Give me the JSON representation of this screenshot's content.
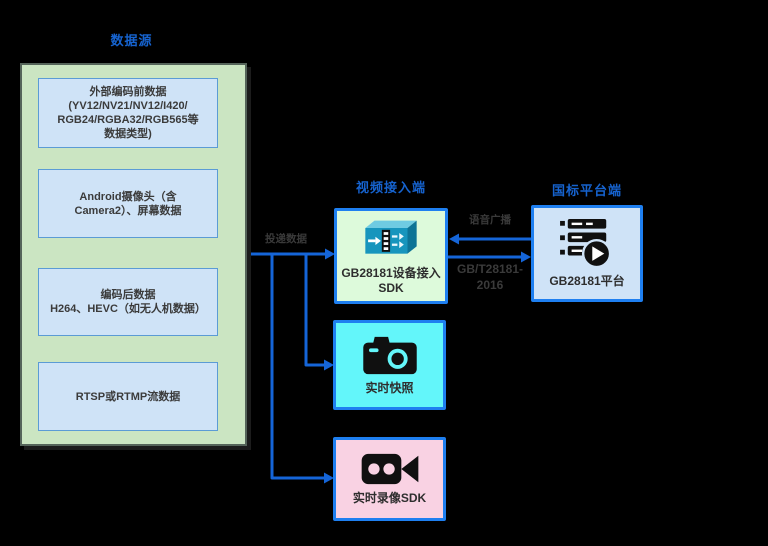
{
  "canvas": {
    "background": "#000000"
  },
  "source_panel": {
    "title": "数据源",
    "panel_bg": "#cbe5c2",
    "item_bg": "#cfe3f7",
    "item_border": "#5b9bd5",
    "items": [
      {
        "label": "外部编码前数据\n(YV12/NV21/NV12/I420/\nRGB24/RGBA32/RGB565等\n数据类型)"
      },
      {
        "label": "Android摄像头（含\nCamera2）、屏幕数据"
      },
      {
        "label": "编码后数据\nH264、HEVC（如无人机数据）"
      },
      {
        "label": "RTSP或RTMP流数据"
      }
    ]
  },
  "access_section": {
    "title": "视频接入端",
    "sdk_node": {
      "label": "GB28181设备接入\nSDK",
      "icon": "sdk-cube-icon",
      "bg": "#ddfadb",
      "border": "#1e7ff0"
    },
    "snapshot_node": {
      "label": "实时快照",
      "icon": "camera-icon",
      "bg": "#63f6fa",
      "border": "#1e7ff0"
    },
    "record_node": {
      "label": "实时录像SDK",
      "icon": "video-camera-icon",
      "bg": "#f9d2e3",
      "border": "#1e7ff0"
    }
  },
  "platform_section": {
    "title": "国标平台端",
    "platform_node": {
      "label": "GB28181平台",
      "icon": "server-play-icon",
      "bg": "#cfe3f7",
      "border": "#1e7ff0"
    }
  },
  "arrows": {
    "color": "#1565d8",
    "push_label": "投递数据",
    "broadcast_label": "语音广播",
    "protocol_label": "GB/T28181-\n2016"
  }
}
